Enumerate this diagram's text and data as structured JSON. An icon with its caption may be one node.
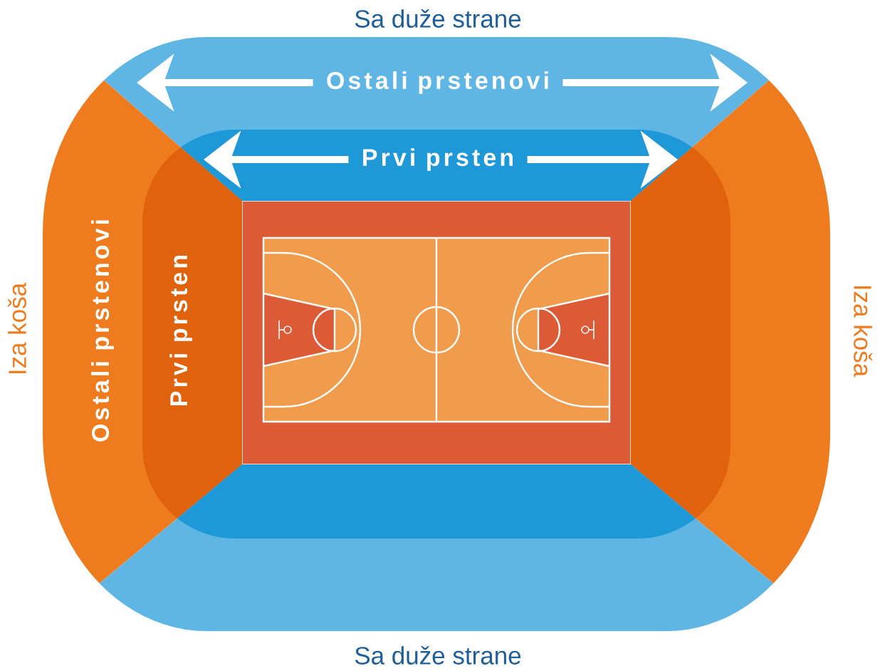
{
  "diagram": {
    "nodes": [
      {
        "text": [
          "Ostali prstenovi"
        ],
        "beside": [
          "Sa duže strane"
        ]
      },
      {
        "text": [
          "Prvi prsten"
        ],
        "in": 0
      },
      {
        "text": [
          "Ostali prstenovi"
        ],
        "beside": [
          "Iza koša"
        ]
      },
      {
        "text": [
          "Prvi prsten"
        ],
        "in": 2
      },
      {
        "text": [],
        "shape": "band",
        "beside": [
          "Iza koša"
        ]
      },
      {
        "text": [],
        "shape": "band",
        "in": 4
      },
      {
        "text": [],
        "shape": "band",
        "beside": [
          "Sa duže strane"
        ]
      },
      {
        "text": [],
        "shape": "band",
        "in": 6
      }
    ]
  }
}
